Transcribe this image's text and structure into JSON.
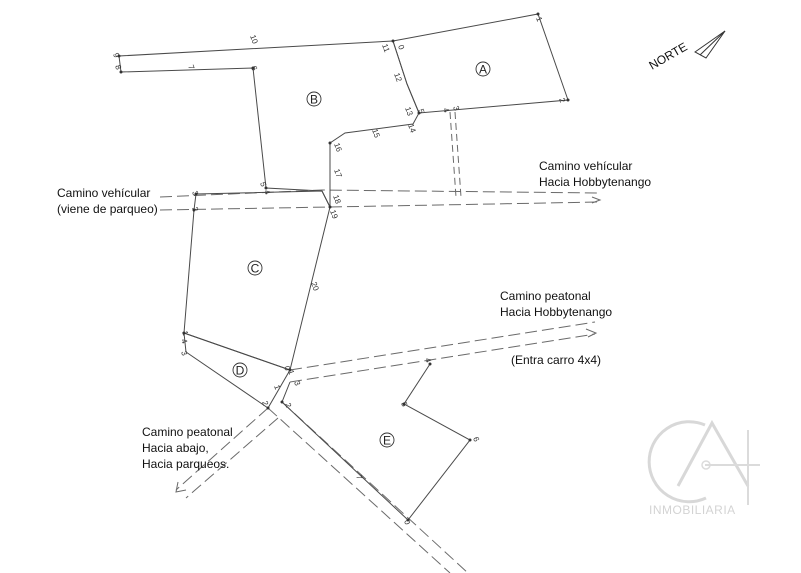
{
  "north_label": "NORTE",
  "lots": [
    {
      "id": "A",
      "label": "A"
    },
    {
      "id": "B",
      "label": "B"
    },
    {
      "id": "C",
      "label": "C"
    },
    {
      "id": "D",
      "label": "D"
    },
    {
      "id": "E",
      "label": "E"
    }
  ],
  "annotations": {
    "vehicular_left_1": "Camino vehícular",
    "vehicular_left_2": "(viene de parqueo)",
    "vehicular_right_1": "Camino vehícular",
    "vehicular_right_2": "Hacia Hobbytenango",
    "pedestrian_right_1": "Camino peatonal",
    "pedestrian_right_2": "Hacia Hobbytenango",
    "pedestrian_right_3": "(Entra carro 4x4)",
    "pedestrian_left_1": "Camino peatonal",
    "pedestrian_left_2": "Hacia abajo,",
    "pedestrian_left_3": "Hacia parqueos."
  },
  "vertex_labels": {
    "a0": "0",
    "a1": "1",
    "a2": "2",
    "a3": "3",
    "a4": "4",
    "a5": "5",
    "b10": "10",
    "b11": "11",
    "b12": "12",
    "b13": "13",
    "b14": "14",
    "b15": "15",
    "b16": "16",
    "b17": "17",
    "b18": "18",
    "b19": "19",
    "b9": "9",
    "b8": "8",
    "b7": "7",
    "b6": "6",
    "b5": "5",
    "b4": "4",
    "c3": "3",
    "c2": "2",
    "c1": "1",
    "c20": "20",
    "c0": "0",
    "d4": "4",
    "d3": "3",
    "d2": "2",
    "d1": "1",
    "e3": "3",
    "e2": "2",
    "e1": "1",
    "e0": "0",
    "e4": "4",
    "e5": "5",
    "e6": "6",
    "e7": "7"
  },
  "logo": {
    "text": "INMOBILIARIA",
    "letters": "CA"
  }
}
